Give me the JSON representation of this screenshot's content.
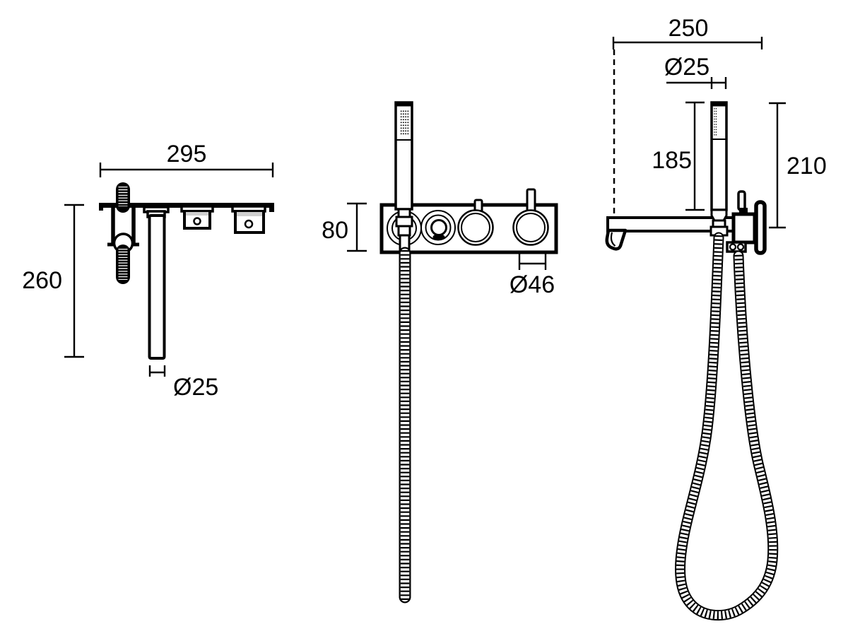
{
  "colors": {
    "line": "#000000",
    "background": "#ffffff"
  },
  "views": {
    "top": {
      "dim_width": "295",
      "dim_depth": "260",
      "dim_spout_diameter": "Ø25"
    },
    "front": {
      "dim_trim_height": "80",
      "dim_knob_diameter": "Ø46"
    },
    "side": {
      "dim_reach": "250",
      "dim_handle_diameter": "Ø25",
      "dim_handle_height": "185",
      "dim_overall_height": "210"
    }
  }
}
